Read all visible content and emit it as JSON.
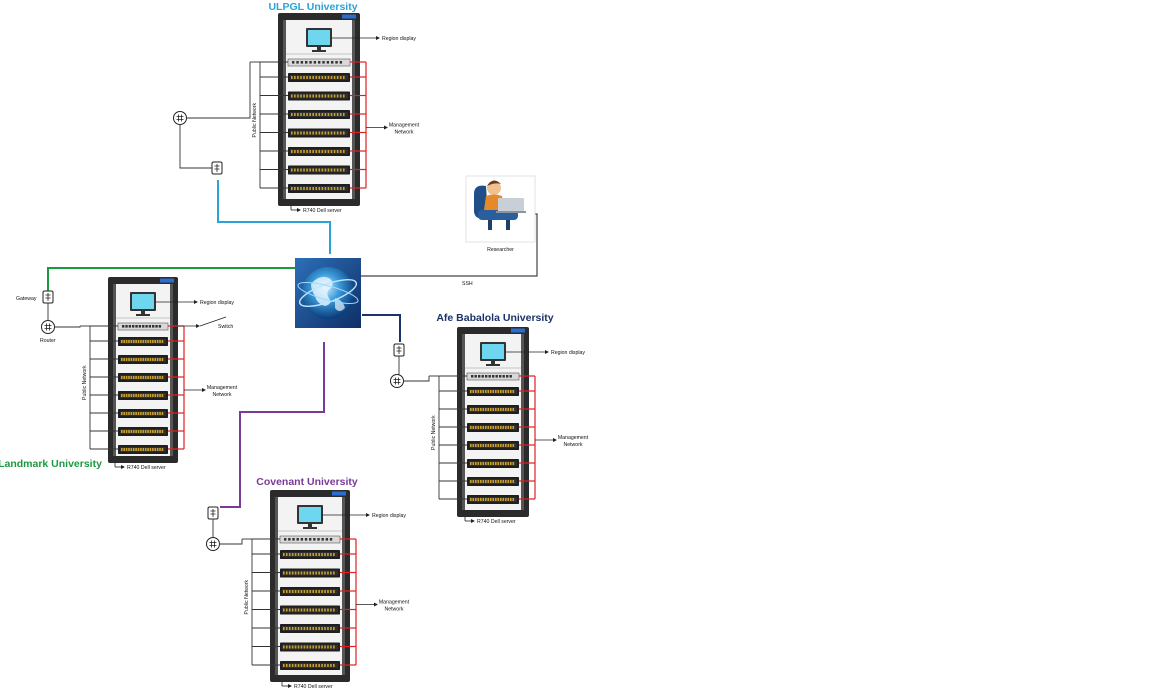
{
  "colors": {
    "ulpgl": "#29a3d8",
    "landmark": "#1a9a3e",
    "afe": "#1b3368",
    "covenant": "#7a3a9a",
    "mgmt_cable": "#e02020",
    "ssh_line": "#444444",
    "rack_frame": "#2a2a2a"
  },
  "sites": {
    "ulpgl": {
      "name": "ULPGL University",
      "region_display": "Region display",
      "management_network": [
        "Management",
        "Network"
      ],
      "public_network": "Public Network",
      "server": "R740 Dell server"
    },
    "landmark": {
      "name": "Landmark University",
      "region_display": "Region display",
      "switch": "Switch",
      "gateway": "Gateway",
      "router": "Router",
      "management_network": [
        "Management",
        "Network"
      ],
      "public_network": "Public Network",
      "server": "R740 Dell server"
    },
    "afe": {
      "name": "Afe Babalola University",
      "region_display": "Region display",
      "management_network": [
        "Management",
        "Network"
      ],
      "public_network": "Public Network",
      "server": "R740 Dell server"
    },
    "covenant": {
      "name": "Covenant University",
      "region_display": "Region display",
      "management_network": [
        "Management",
        "Network"
      ],
      "public_network": "Public Network",
      "server": "R740 Dell server"
    }
  },
  "researcher": {
    "label": "Researcher",
    "connection": "SSH"
  },
  "icons": {
    "internet": "globe-icon",
    "router": "router-icon",
    "gateway": "gateway-icon",
    "monitor": "monitor-icon",
    "person": "researcher-icon"
  }
}
